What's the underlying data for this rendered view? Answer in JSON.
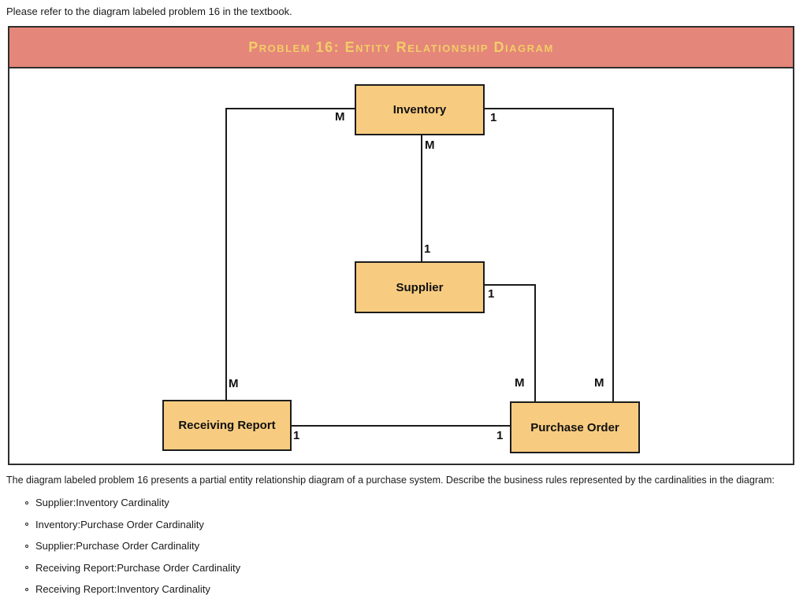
{
  "page": {
    "intro_text": "Please refer to the diagram labeled problem 16 in the textbook.",
    "question_text": "The diagram labeled problem 16 presents a partial entity relationship diagram of a purchase system. Describe the business rules represented by the cardinalities in the diagram:",
    "bullets": [
      "Supplier:Inventory Cardinality",
      "Inventory:Purchase Order Cardinality",
      "Supplier:Purchase Order Cardinality",
      "Receiving Report:Purchase Order Cardinality",
      "Receiving Report:Inventory Cardinality"
    ]
  },
  "diagram": {
    "title": "Problem 16: Entity Relationship Diagram",
    "colors": {
      "header_bg": "#E5867A",
      "title_text": "#F1CD67",
      "entity_fill": "#F8CC80",
      "entity_border": "#1c1c1c",
      "connector_line": "#1c1c1c",
      "panel_border": "#2e2e2e"
    },
    "entities": {
      "inventory": {
        "label": "Inventory"
      },
      "supplier": {
        "label": "Supplier"
      },
      "receiving_report": {
        "label": "Receiving Report"
      },
      "purchase_order": {
        "label": "Purchase Order"
      }
    },
    "cardinalities": {
      "inventory_left": "M",
      "inventory_right": "1",
      "inventory_bottom": "M",
      "supplier_top": "1",
      "supplier_right": "1",
      "receiving_report_top": "M",
      "receiving_report_right": "1",
      "purchase_order_left": "1",
      "purchase_order_top_inner": "M",
      "purchase_order_top_outer": "M"
    },
    "relationships": [
      "Inventory(M) - (1)Supplier",
      "Inventory(1) - (M)Purchase Order",
      "Supplier(1) - (M)Purchase Order",
      "Receiving Report(1) - (1)Purchase Order",
      "Receiving Report(M) - (M)Inventory"
    ]
  }
}
